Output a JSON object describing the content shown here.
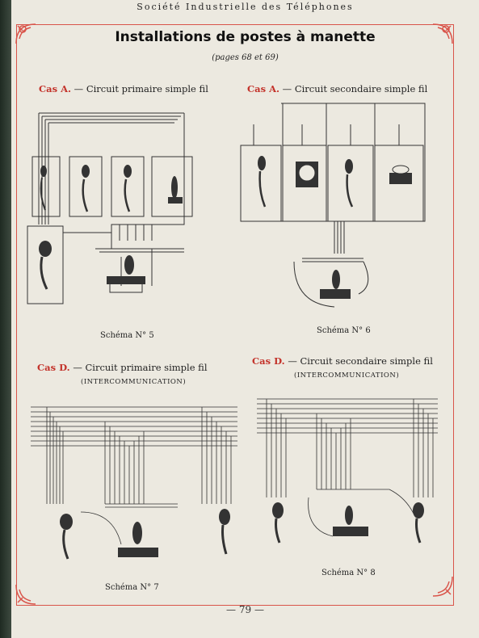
{
  "header": "Société Industrielle des Téléphones",
  "title": "Installations de postes à manette",
  "subtitle": "(pages 68 et 69)",
  "sections": [
    {
      "case": "Cas A.",
      "caption": "— Circuit primaire simple fil",
      "subcaption": "",
      "schema": "Schéma N° 5"
    },
    {
      "case": "Cas A.",
      "caption": "— Circuit secondaire simple fil",
      "subcaption": "",
      "schema": "Schéma N° 6"
    },
    {
      "case": "Cas D.",
      "caption": "— Circuit primaire simple fil",
      "subcaption": "(INTERCOMMUNICATION)",
      "schema": "Schéma N° 7"
    },
    {
      "case": "Cas D.",
      "caption": "— Circuit secondaire simple fil",
      "subcaption": "(INTERCOMMUNICATION)",
      "schema": "Schéma N° 8"
    }
  ],
  "page_number": "— 79 —",
  "colors": {
    "accent": "#d9544a",
    "paper": "#ece9e0",
    "ink": "#222222"
  }
}
